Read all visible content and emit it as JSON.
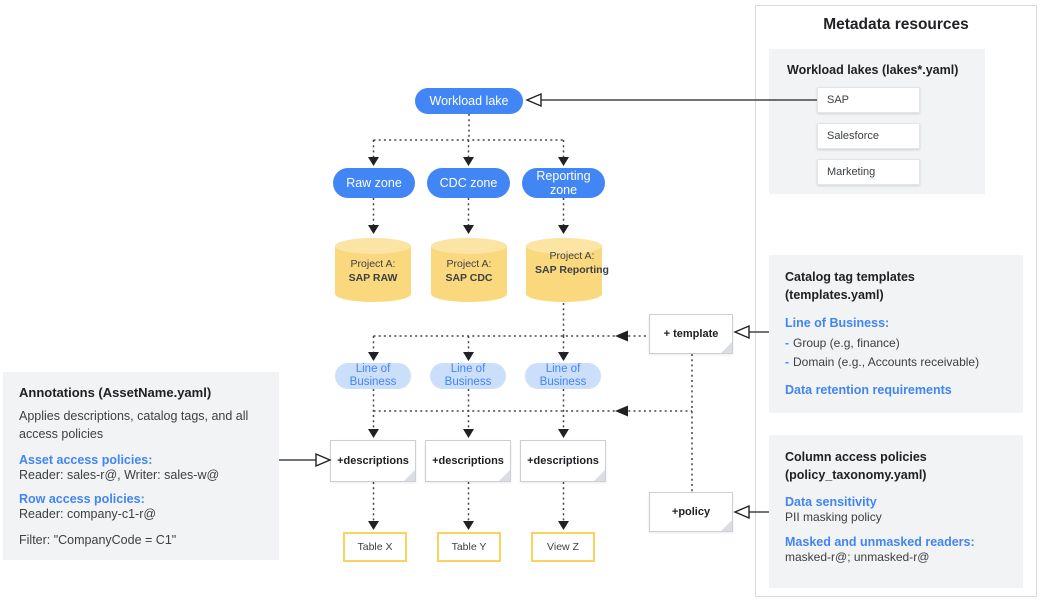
{
  "colors": {
    "node_blue": "#4285f4",
    "node_blue_light": "#cbdffb",
    "cylinder_body": "#fad87e",
    "cylinder_top": "#fbe4a4",
    "table_border": "#fbd25d",
    "panel_gray": "#f1f3f4",
    "accent_blue": "#4285f4",
    "text_dark": "#3c4043",
    "line_dark": "#202124"
  },
  "diagram": {
    "workload_lake_label": "Workload lake",
    "zones": [
      "Raw zone",
      "CDC zone",
      "Reporting zone"
    ],
    "projects": [
      {
        "prefix": "Project A:",
        "name": "SAP RAW"
      },
      {
        "prefix": "Project A:",
        "name": "SAP CDC"
      },
      {
        "prefix": "Project A:",
        "name": "SAP Reporting"
      }
    ],
    "lob_label": "Line of Business",
    "descriptions_label": "+descriptions",
    "template_label": "+ template",
    "policy_label": "+policy",
    "tables": [
      "Table X",
      "Table Y",
      "View Z"
    ]
  },
  "annotations_panel": {
    "title": "Annotations (AssetName.yaml)",
    "description": "Applies descriptions, catalog tags, and all access policies",
    "asset_policies_heading": "Asset access policies:",
    "asset_policies_value": "Reader: sales-r@, Writer: sales-w@",
    "row_policies_heading": "Row access policies:",
    "row_policies_value": "Reader: company-c1-r@",
    "filter_value": "Filter: \"CompanyCode = C1\""
  },
  "metadata_panel": {
    "title": "Metadata resources",
    "workload_lakes": {
      "title": "Workload lakes (lakes*.yaml)",
      "items": [
        "SAP",
        "Salesforce",
        "Marketing"
      ]
    },
    "catalog_templates": {
      "title_line1": "Catalog tag templates",
      "title_line2": "(templates.yaml)",
      "lob_heading": "Line of Business:",
      "bullet": "-",
      "items": [
        "Group (e.g, finance)",
        "Domain (e.g., Accounts receivable)"
      ],
      "retention_label": "Data retention requirements"
    },
    "column_policies": {
      "title_line1": "Column access policies",
      "title_line2": "(policy_taxonomy.yaml)",
      "sensitivity_heading": "Data sensitivity",
      "sensitivity_value": "PII masking policy",
      "readers_heading": "Masked and unmasked readers:",
      "readers_value": "masked-r@; unmasked-r@"
    }
  }
}
